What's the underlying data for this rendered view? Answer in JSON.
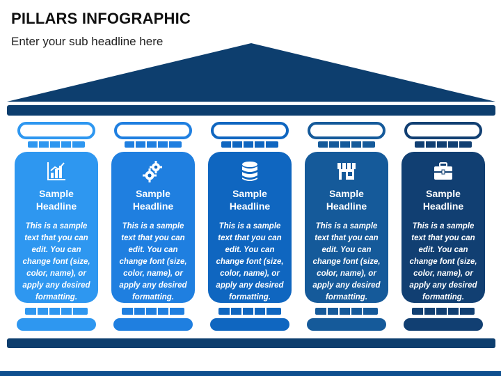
{
  "header": {
    "title": "PILLARS INFOGRAPHIC",
    "subtitle": "Enter your sub headline here"
  },
  "colors": {
    "roof": "#0d3e6e",
    "pillars": [
      "#2e97f0",
      "#1f7fe0",
      "#0f66c0",
      "#155a9a",
      "#113f72"
    ]
  },
  "pillars": [
    {
      "icon": "bar-chart-icon",
      "headline": "Sample Headline",
      "body": "This is a sample text that you can edit. You can change font (size, color, name), or apply any desired formatting."
    },
    {
      "icon": "gears-icon",
      "headline": "Sample Headline",
      "body": "This is a sample text that you can edit. You can change font (size, color, name), or apply any desired formatting."
    },
    {
      "icon": "database-icon",
      "headline": "Sample Headline",
      "body": "This is a sample text that you can edit. You can change font (size, color, name), or apply any desired formatting."
    },
    {
      "icon": "storefront-icon",
      "headline": "Sample Headline",
      "body": "This is a sample text that you can edit. You can change font (size, color, name), or apply any desired formatting."
    },
    {
      "icon": "briefcase-icon",
      "headline": "Sample Headline",
      "body": "This is a sample text that you can edit. You can change font (size, color, name), or apply any desired formatting."
    }
  ]
}
